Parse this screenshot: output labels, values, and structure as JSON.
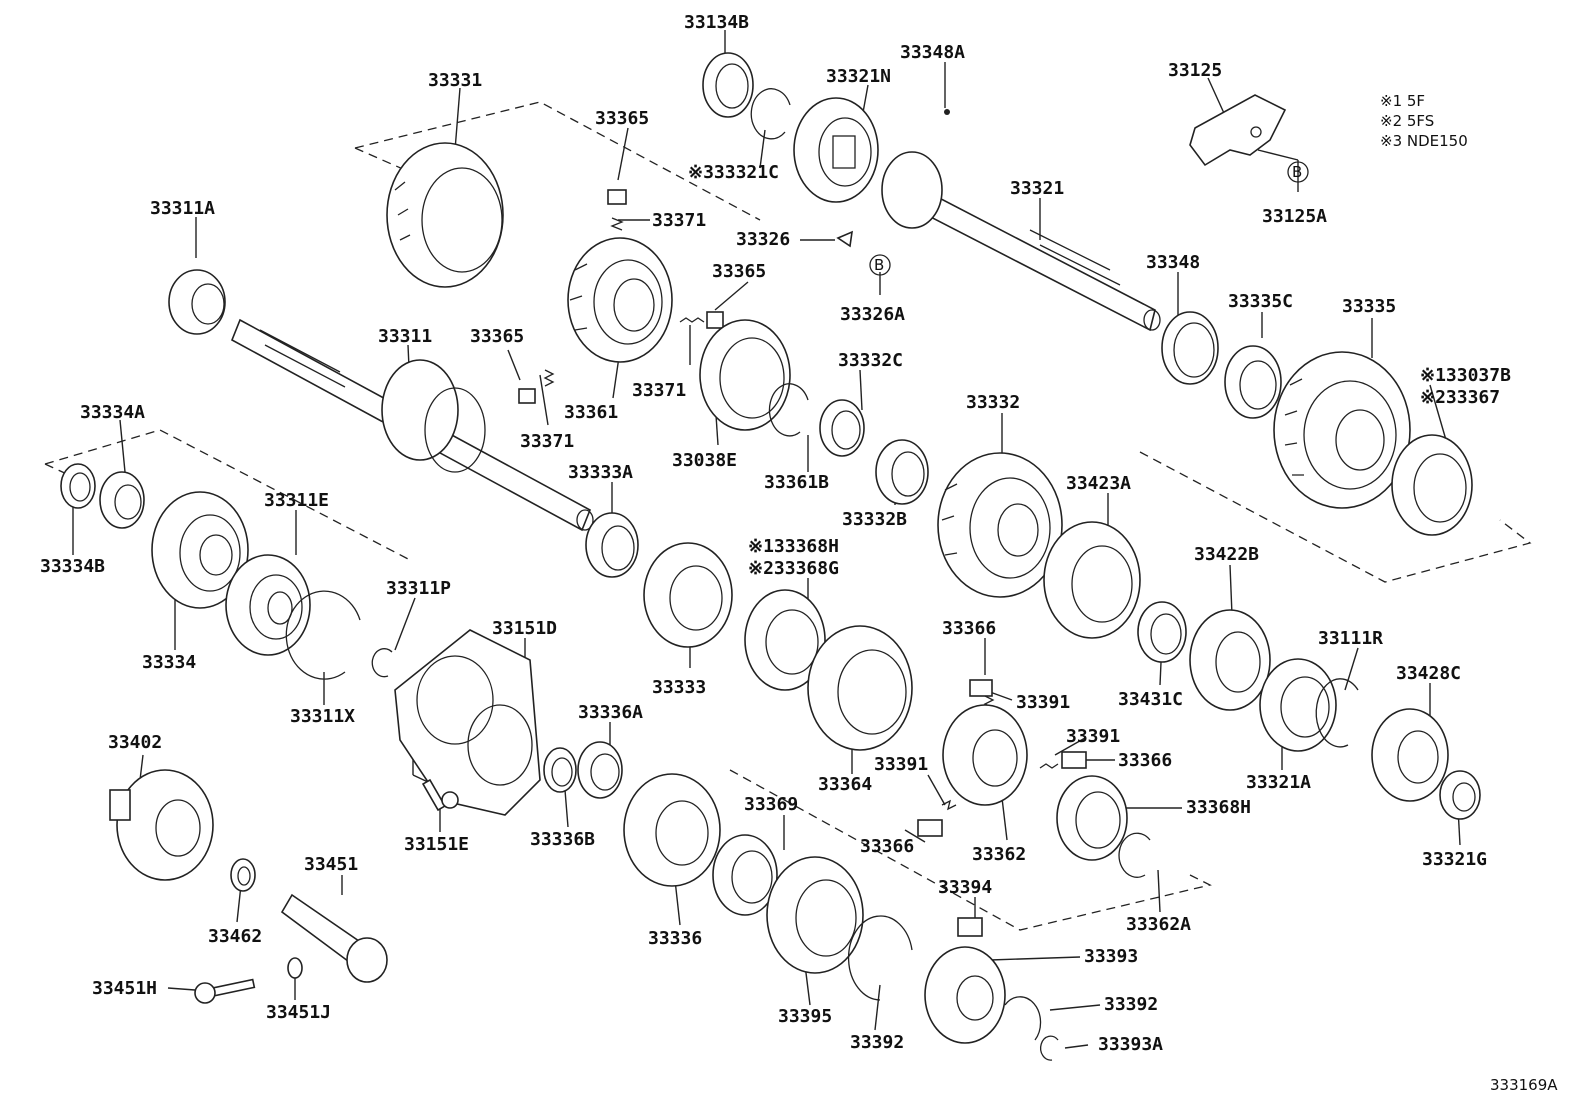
{
  "diagram_code": "333169A",
  "notes": [
    "※1 5F",
    "※2 5FS",
    "※3 NDE150"
  ],
  "badge_letter": "B",
  "labels": [
    "33134B",
    "33348A",
    "33321N",
    "33331",
    "33365",
    "※333321C",
    "33125",
    "33311A",
    "33371",
    "33321",
    "33326",
    "33365",
    "33125A",
    "33326A",
    "33348",
    "33335C",
    "33335",
    "33365",
    "33311",
    "33371",
    "33371",
    "33361",
    "33332C",
    "※133037B",
    "※233367",
    "33038E",
    "33332",
    "33334A",
    "33333A",
    "33361B",
    "33423A",
    "33311E",
    "33332B",
    "※133368H",
    "※233368G",
    "33334B",
    "33311P",
    "33422B",
    "33151D",
    "33366",
    "33111R",
    "33428C",
    "33334",
    "33391",
    "33431C",
    "33333",
    "33402",
    "33311X",
    "33336A",
    "33391",
    "33366",
    "33321A",
    "33364",
    "33369",
    "33391",
    "33368H",
    "33151E",
    "33336B",
    "33366",
    "33362",
    "33451",
    "33321G",
    "33394",
    "33362A",
    "33462",
    "33336",
    "33393",
    "33451H",
    "33392",
    "33451J",
    "33395",
    "33392",
    "33393A"
  ]
}
